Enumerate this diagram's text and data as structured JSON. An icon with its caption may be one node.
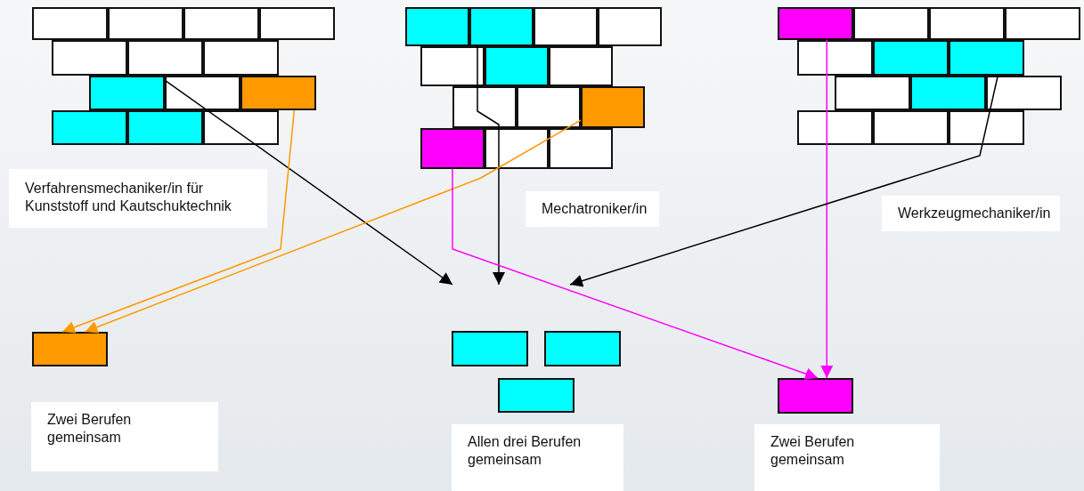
{
  "diagram": {
    "nodes": [
      {
        "text": [],
        "shape": "box"
      },
      {
        "text": [],
        "shape": "box"
      },
      {
        "text": [],
        "shape": "box"
      },
      {
        "text": [],
        "shape": "box"
      },
      {
        "text": [],
        "shape": "box"
      },
      {
        "text": [],
        "shape": "box"
      },
      {
        "text": [],
        "shape": "box"
      },
      {
        "text": [],
        "shape": "box"
      },
      {
        "text": [],
        "shape": "box"
      },
      {
        "text": [],
        "shape": "box"
      },
      {
        "text": [],
        "shape": "box"
      },
      {
        "text": [],
        "shape": "box"
      },
      {
        "text": [],
        "shape": "box"
      },
      {
        "text": [
          "Verfahrensmechaniker/in für Kunststoff und Kautschuktechnik"
        ]
      },
      {
        "text": [
          "Mechatroniker/in"
        ]
      },
      {
        "text": [
          "Werkzeugmechaniker/in"
        ]
      },
      {
        "text": [],
        "shape": "box"
      },
      {
        "text": [],
        "shape": "box"
      },
      {
        "text": [],
        "shape": "box"
      },
      {
        "text": [],
        "shape": "box"
      },
      {
        "text": [],
        "shape": "box"
      },
      {
        "text": [
          "Zwei Berufen gemeinsam"
        ]
      },
      {
        "text": [
          "Allen drei Berufen gemeinsam"
        ]
      },
      {
        "text": [
          "Zwei Berufen gemeinsam"
        ]
      }
    ],
    "edges": [
      {
        "from": 0,
        "to": null,
        "arrow": "to"
      },
      {
        "from": 1,
        "to": 16,
        "arrow": "to",
        "color": "#ff9900"
      },
      {
        "from": 5,
        "to": null,
        "arrow": "to"
      },
      {
        "from": 7,
        "to": 16,
        "arrow": "to",
        "color": "#ff9900"
      },
      {
        "from": 8,
        "to": 20,
        "arrow": "to",
        "color": "#ff00ff"
      },
      {
        "from": 9,
        "to": 20,
        "arrow": "to",
        "color": "#ff00ff"
      },
      {
        "from": 11,
        "to": null,
        "arrow": "to"
      }
    ]
  }
}
